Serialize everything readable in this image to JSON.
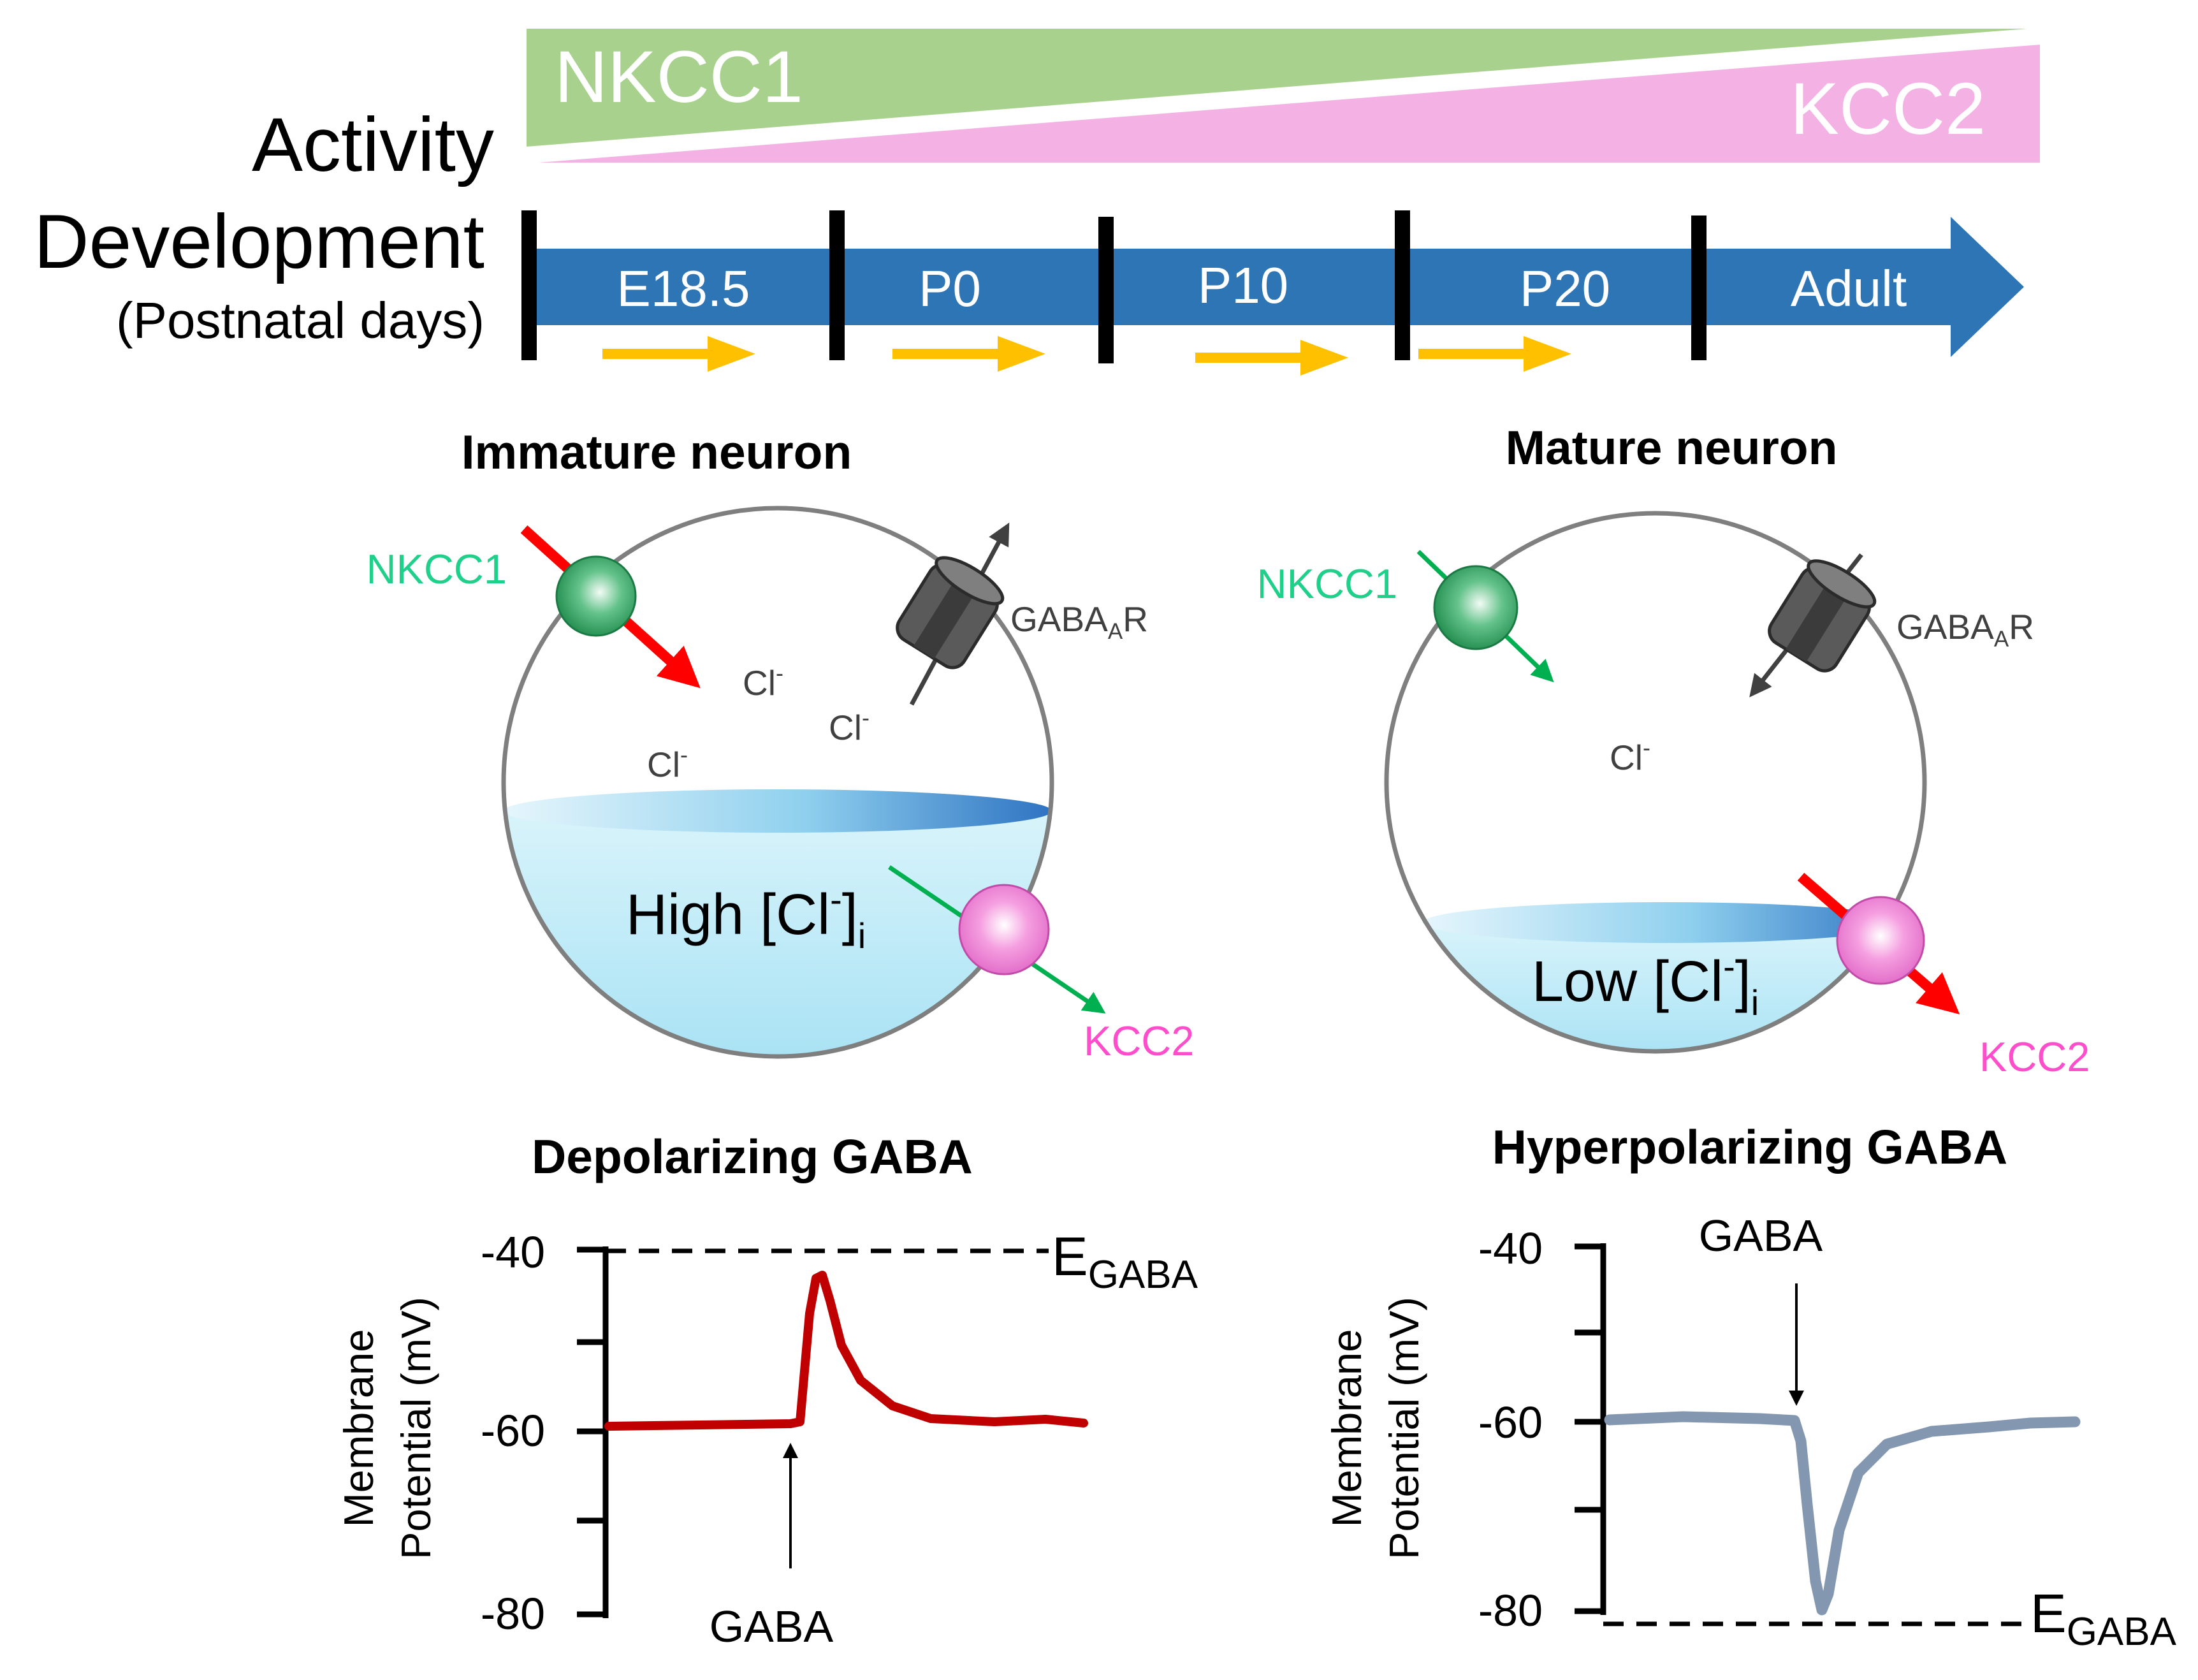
{
  "activity": {
    "row_label": "Activity",
    "nkcc1_label": "NKCC1",
    "kcc2_label": "KCC2",
    "nkcc1_color": "#a9d18e",
    "kcc2_color": "#f4b1e4"
  },
  "development": {
    "row_label": "Development",
    "row_sublabel": "(Postnatal days)",
    "bar_color": "#2e75b6",
    "step_arrow_color": "#ffc000",
    "stages": [
      "E18.5",
      "P0",
      "P10",
      "P20",
      "Adult"
    ]
  },
  "immature": {
    "title": "Immature neuron",
    "nkcc1_label": "NKCC1",
    "kcc2_label": "KCC2",
    "gaba_receptor_label": "GABA",
    "gaba_receptor_sub": "A",
    "gaba_receptor_suffix": "R",
    "chloride_ions": [
      "Cl",
      "Cl",
      "Cl"
    ],
    "chloride_charge": "-",
    "level_text": "High [Cl",
    "level_charge": "-",
    "level_close": "]",
    "level_sub": "i"
  },
  "mature": {
    "title": "Mature neuron",
    "nkcc1_label": "NKCC1",
    "kcc2_label": "KCC2",
    "gaba_receptor_label": "GABA",
    "gaba_receptor_sub": "A",
    "gaba_receptor_suffix": "R",
    "chloride_ions": [
      "Cl"
    ],
    "chloride_charge": "-",
    "level_text": "Low [Cl",
    "level_charge": "-",
    "level_close": "]",
    "level_sub": "i"
  },
  "depolarizing": {
    "title": "Depolarizing GABA",
    "y_axis_label_line1": "Membrane",
    "y_axis_label_line2": "Potential (mV)",
    "tick_labels": [
      "-40",
      "-60",
      "-80"
    ],
    "egaba_label": "E",
    "egaba_sub": "GABA",
    "stimulus_label": "GABA",
    "trace_color": "#c00000",
    "resting_mV": -60,
    "peak_mV": -43,
    "egaba_mV": -40
  },
  "hyperpolarizing": {
    "title": "Hyperpolarizing GABA",
    "y_axis_label_line1": "Membrane",
    "y_axis_label_line2": "Potential (mV)",
    "tick_labels": [
      "-40",
      "-60",
      "-80"
    ],
    "egaba_label": "E",
    "egaba_sub": "GABA",
    "stimulus_label": "GABA",
    "trace_color": "#8497b0",
    "resting_mV": -60,
    "trough_mV": -79,
    "egaba_mV": -80
  }
}
